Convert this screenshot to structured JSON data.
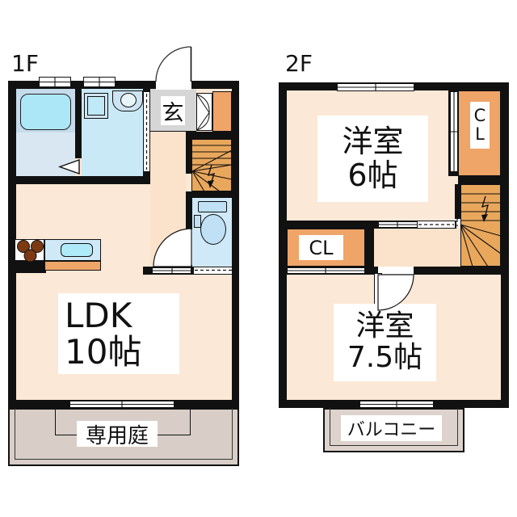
{
  "floors": {
    "f1": {
      "label": "1F",
      "entrance_label": "玄",
      "ldk_name": "LDK",
      "ldk_size": "10帖",
      "garden_label": "専用庭"
    },
    "f2": {
      "label": "2F",
      "room6_name": "洋室",
      "room6_size": "6帖",
      "closet_right_line1": "C",
      "closet_right_line2": "L",
      "closet_left_label": "CL",
      "room75_name": "洋室",
      "room75_size": "7.5帖",
      "balcony_label": "バルコニー"
    }
  },
  "colors": {
    "wall": "#111111",
    "room_peach": "#fce8d6",
    "hall_peach": "#fbe2cb",
    "closet_orange": "#efa468",
    "stairs_orange": "#e9a75c",
    "entrance_gray": "#d6d6d6",
    "garden_beige": "#d8cec7",
    "balcony_beige": "#ddd3cc",
    "bath_blue": "#c6dbeb",
    "washroom_blue": "#c9e9f7",
    "toilet_blue": "#cfe9f8",
    "fixture_cyan": "#ace7f8"
  }
}
